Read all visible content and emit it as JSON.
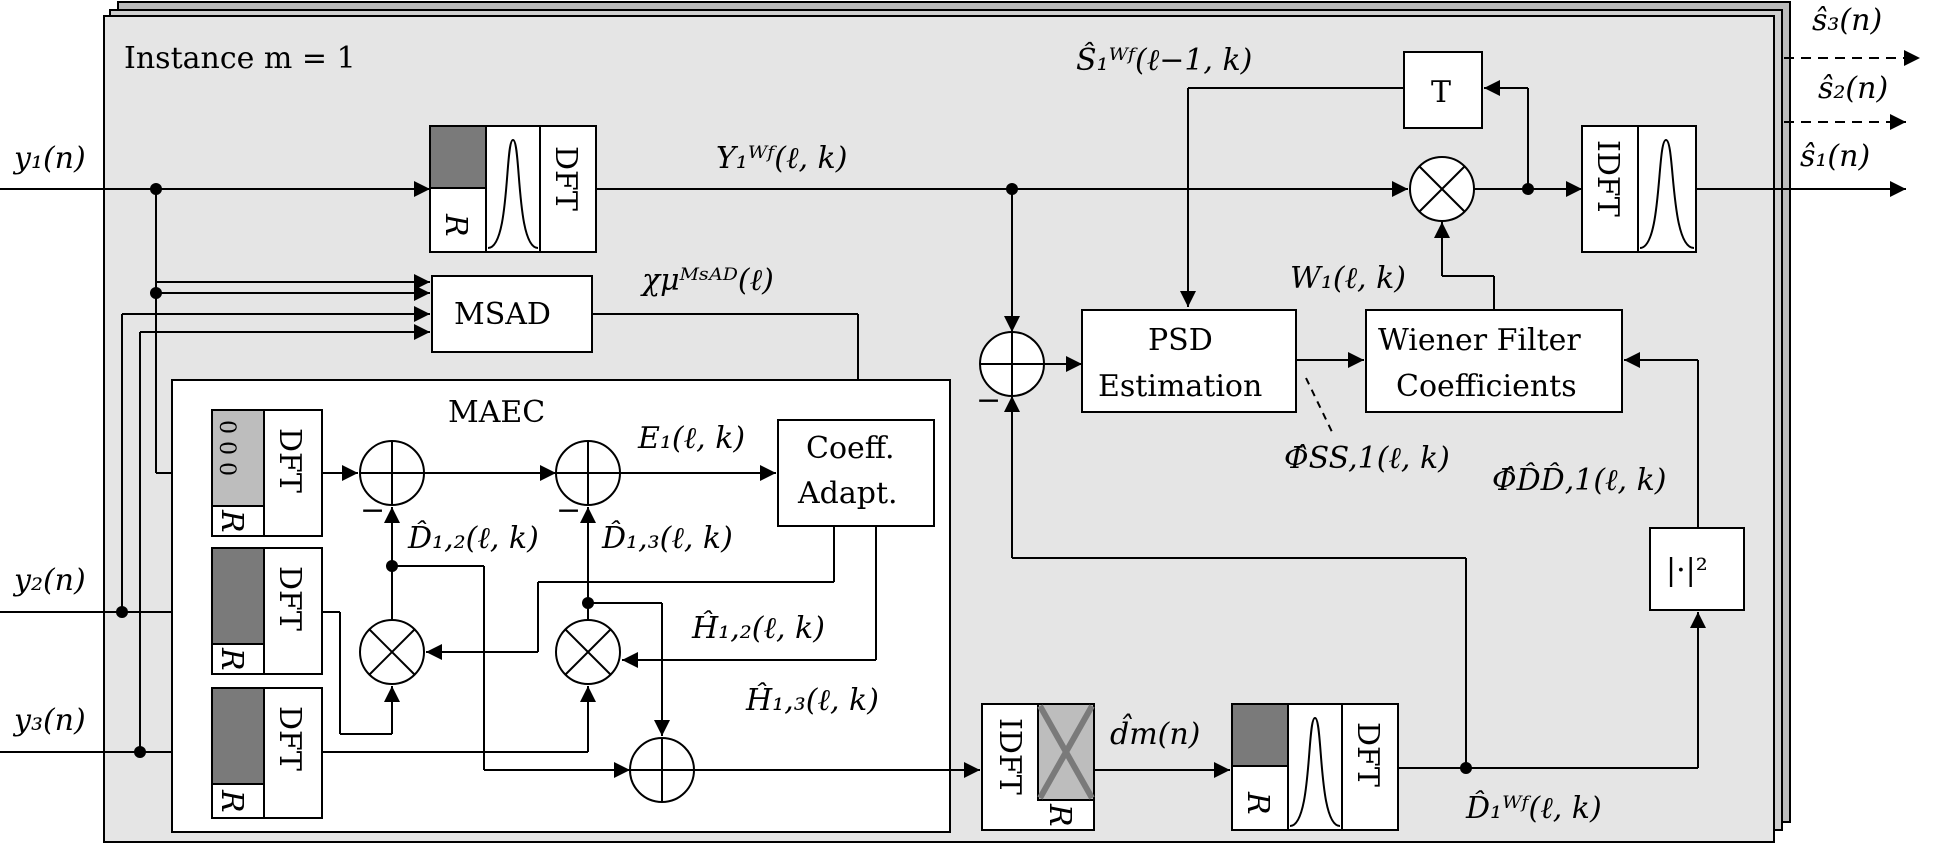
{
  "instance_label": "Instance m = 1",
  "blocks": {
    "msad": "MSAD",
    "maec_title": "MAEC",
    "coeff_line1": "Coeff.",
    "coeff_line2": "Adapt.",
    "psd_line1": "PSD",
    "psd_line2": "Estimation",
    "wiener_line1": "Wiener Filter",
    "wiener_line2": "Coefficients",
    "delay": "T",
    "dft": "DFT",
    "idft": "IDFT",
    "r": "R",
    "zeros": "0 0 0",
    "magsq": "|·|²"
  },
  "signals": {
    "y1": "y₁(n)",
    "y2": "y₂(n)",
    "y3": "y₃(n)",
    "s1": "ŝ₁(n)",
    "s2": "ŝ₂(n)",
    "s3": "ŝ₃(n)",
    "Y1WF": "Y₁ᵂᶠ(ℓ, k)",
    "S1WF": "Ŝ₁ᵂᶠ(ℓ−1, k)",
    "chi": "χμᴹˢᴬᴰ(ℓ)",
    "W1": "W₁(ℓ, k)",
    "E1": "E₁(ℓ, k)",
    "D12": "D̂₁,₂(ℓ, k)",
    "D13": "D̂₁,₃(ℓ, k)",
    "H12": "Ĥ₁,₂(ℓ, k)",
    "H13": "Ĥ₁,₃(ℓ, k)",
    "PhiSS": "Φ̂SS,1(ℓ, k)",
    "PhiDD": "Φ̂D̂D̂,1(ℓ, k)",
    "dm": "d̂m(n)",
    "D1WF": "D̂₁ᵂᶠ(ℓ, k)",
    "minus": "−"
  }
}
